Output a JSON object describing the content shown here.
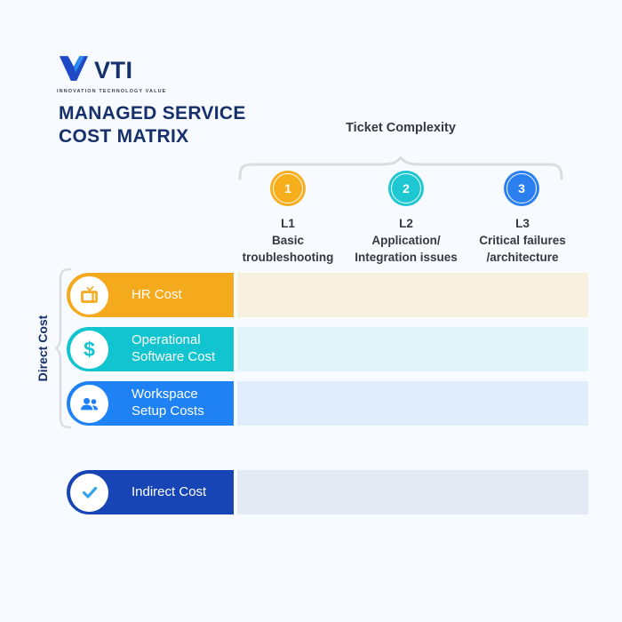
{
  "colors": {
    "background": "#F7FAFE",
    "title_navy": "#16306B",
    "heading_text": "#343A42",
    "brace_gray": "#D9DDE3",
    "logo_dark": "#1F49C6",
    "logo_light": "#2E8BF0",
    "white": "#FFFFFF"
  },
  "logo": {
    "name": "VTI",
    "tagline": "INNOVATION TECHNOLOGY VALUE"
  },
  "title": {
    "line1": "MANAGED SERVICE",
    "line2": "COST MATRIX"
  },
  "ticket_complexity": {
    "label": "Ticket Complexity",
    "levels": [
      {
        "number": "1",
        "circle_color": "#F7AE1C",
        "title": "L1",
        "line1": "Basic",
        "line2": "troubleshooting"
      },
      {
        "number": "2",
        "circle_color": "#1EC7D2",
        "title": "L2",
        "line1": "Application/",
        "line2": "Integration issues"
      },
      {
        "number": "3",
        "circle_color": "#2B7FEF",
        "title": "L3",
        "line1": "Critical failures",
        "line2": "/architecture"
      }
    ]
  },
  "direct_cost_label": "Direct Cost",
  "rows": [
    {
      "icon": "tv-icon",
      "line1": "HR Cost",
      "line2": "",
      "pill_color": "#F5A91C",
      "band_color": "#F7F0DF",
      "icon_color": "#F5A91C"
    },
    {
      "icon": "dollar-icon",
      "line1": "Operational",
      "line2": "Software Cost",
      "pill_color": "#12C4D0",
      "band_color": "#E0F4F9",
      "icon_color": "#12C4D0"
    },
    {
      "icon": "people-icon",
      "line1": "Workspace",
      "line2": "Setup Costs",
      "pill_color": "#1E82F5",
      "band_color": "#E0EDFD",
      "icon_color": "#1E82F5"
    },
    {
      "icon": "check-icon",
      "line1": "Indirect Cost",
      "line2": "",
      "pill_color": "#1845B5",
      "band_color": "#E3EAF3",
      "icon_color": "#36A3E9"
    }
  ]
}
